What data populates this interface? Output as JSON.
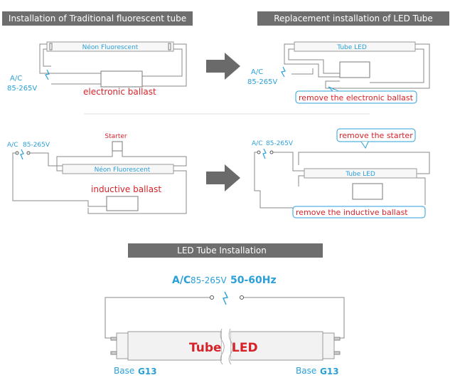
{
  "panels": {
    "traditional": {
      "header": "Installation of Traditional fluorescent tube",
      "tube_label": "Néon Fluorescent",
      "source_line1": "A/C",
      "source_line2": "85-265V",
      "ballast_label": "electronic ballast"
    },
    "replacement": {
      "header": "Replacement installation of LED Tube",
      "tube_label": "Tube LED",
      "source_line1": "A/C",
      "source_line2": "85-265V",
      "callout": "remove the electronic ballast"
    },
    "inductive": {
      "source_line1": "A/C",
      "source_line2": "85-265V",
      "starter_label": "Starter",
      "tube_label": "Néon Fluorescent",
      "ballast_label": "inductive ballast"
    },
    "inductive_replacement": {
      "source_line1": "A/C",
      "source_line2": "85-265V",
      "callout_starter": "remove the starter",
      "tube_label": "Tube LED",
      "callout_ballast": "remove the inductive ballast"
    },
    "led_install": {
      "header": "LED Tube Installation",
      "source_ac": "A/C",
      "source_voltage": "85-265V",
      "source_freq": "50-60Hz",
      "tube_word1": "Tube",
      "tube_word2": "LED",
      "base_left_word": "Base",
      "base_left_model": "G13",
      "base_right_word": "Base",
      "base_right_model": "G13"
    }
  },
  "colors": {
    "header_bg": "#6e6e6e",
    "accent_blue": "#2a9fd8",
    "accent_red": "#d6232a"
  }
}
